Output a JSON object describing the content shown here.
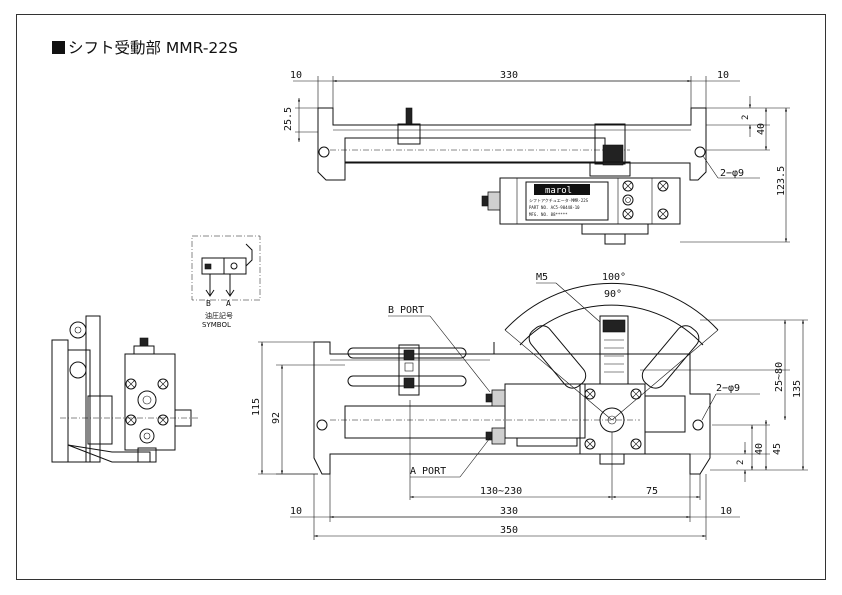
{
  "title": "シフト受動部 MMR-22S",
  "symbol": {
    "caption_jp": "油圧記号",
    "caption_en": "SYMBOL",
    "port_b": "B",
    "port_a": "A"
  },
  "label_plate": {
    "brand": "marol",
    "line1": "シフトアクチュエータ-MMR-22S",
    "line2": "PART NO. AC5-90448-10",
    "line3": "MFG. NO. 88*****"
  },
  "top_view": {
    "dim_left": "10",
    "dim_center": "330",
    "dim_right": "10",
    "dim_side_25_5": "25.5",
    "dim_right_2": "2",
    "dim_right_40": "40",
    "dim_right_123_5": "123.5",
    "hole_note": "2−φ9"
  },
  "front_view": {
    "m5": "M5",
    "angle_100": "100°",
    "angle_90": "90°",
    "b_port": "B PORT",
    "a_port": "A PORT",
    "hole_note": "2−φ9",
    "dim_25_80": "25~80",
    "dim_135": "135",
    "dim_115": "115",
    "dim_92": "92",
    "dim_40": "40",
    "dim_45": "45",
    "dim_2": "2",
    "dim_130_230": "130~230",
    "dim_75": "75",
    "dim_bottom_left_10": "10",
    "dim_bottom_330": "330",
    "dim_bottom_right_10": "10",
    "dim_bottom_350": "350"
  }
}
